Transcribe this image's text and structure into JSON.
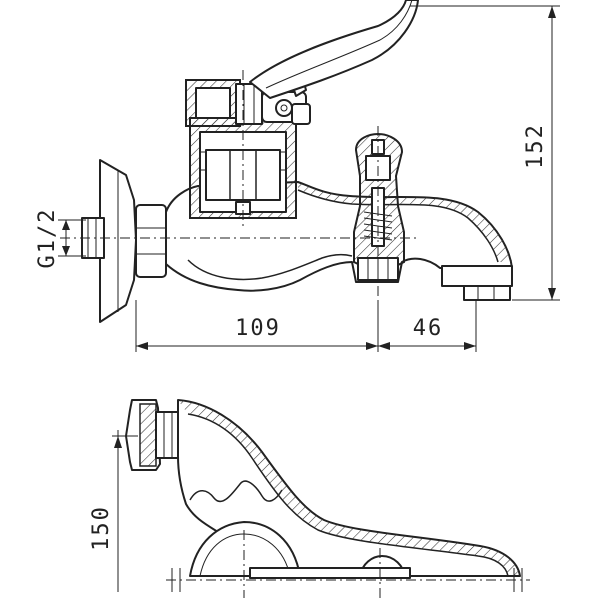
{
  "drawing": {
    "dimensions": {
      "thread_size": "G1/2",
      "width_body": "109",
      "width_spout": "46",
      "height_top": "152",
      "height_side": "150"
    }
  }
}
